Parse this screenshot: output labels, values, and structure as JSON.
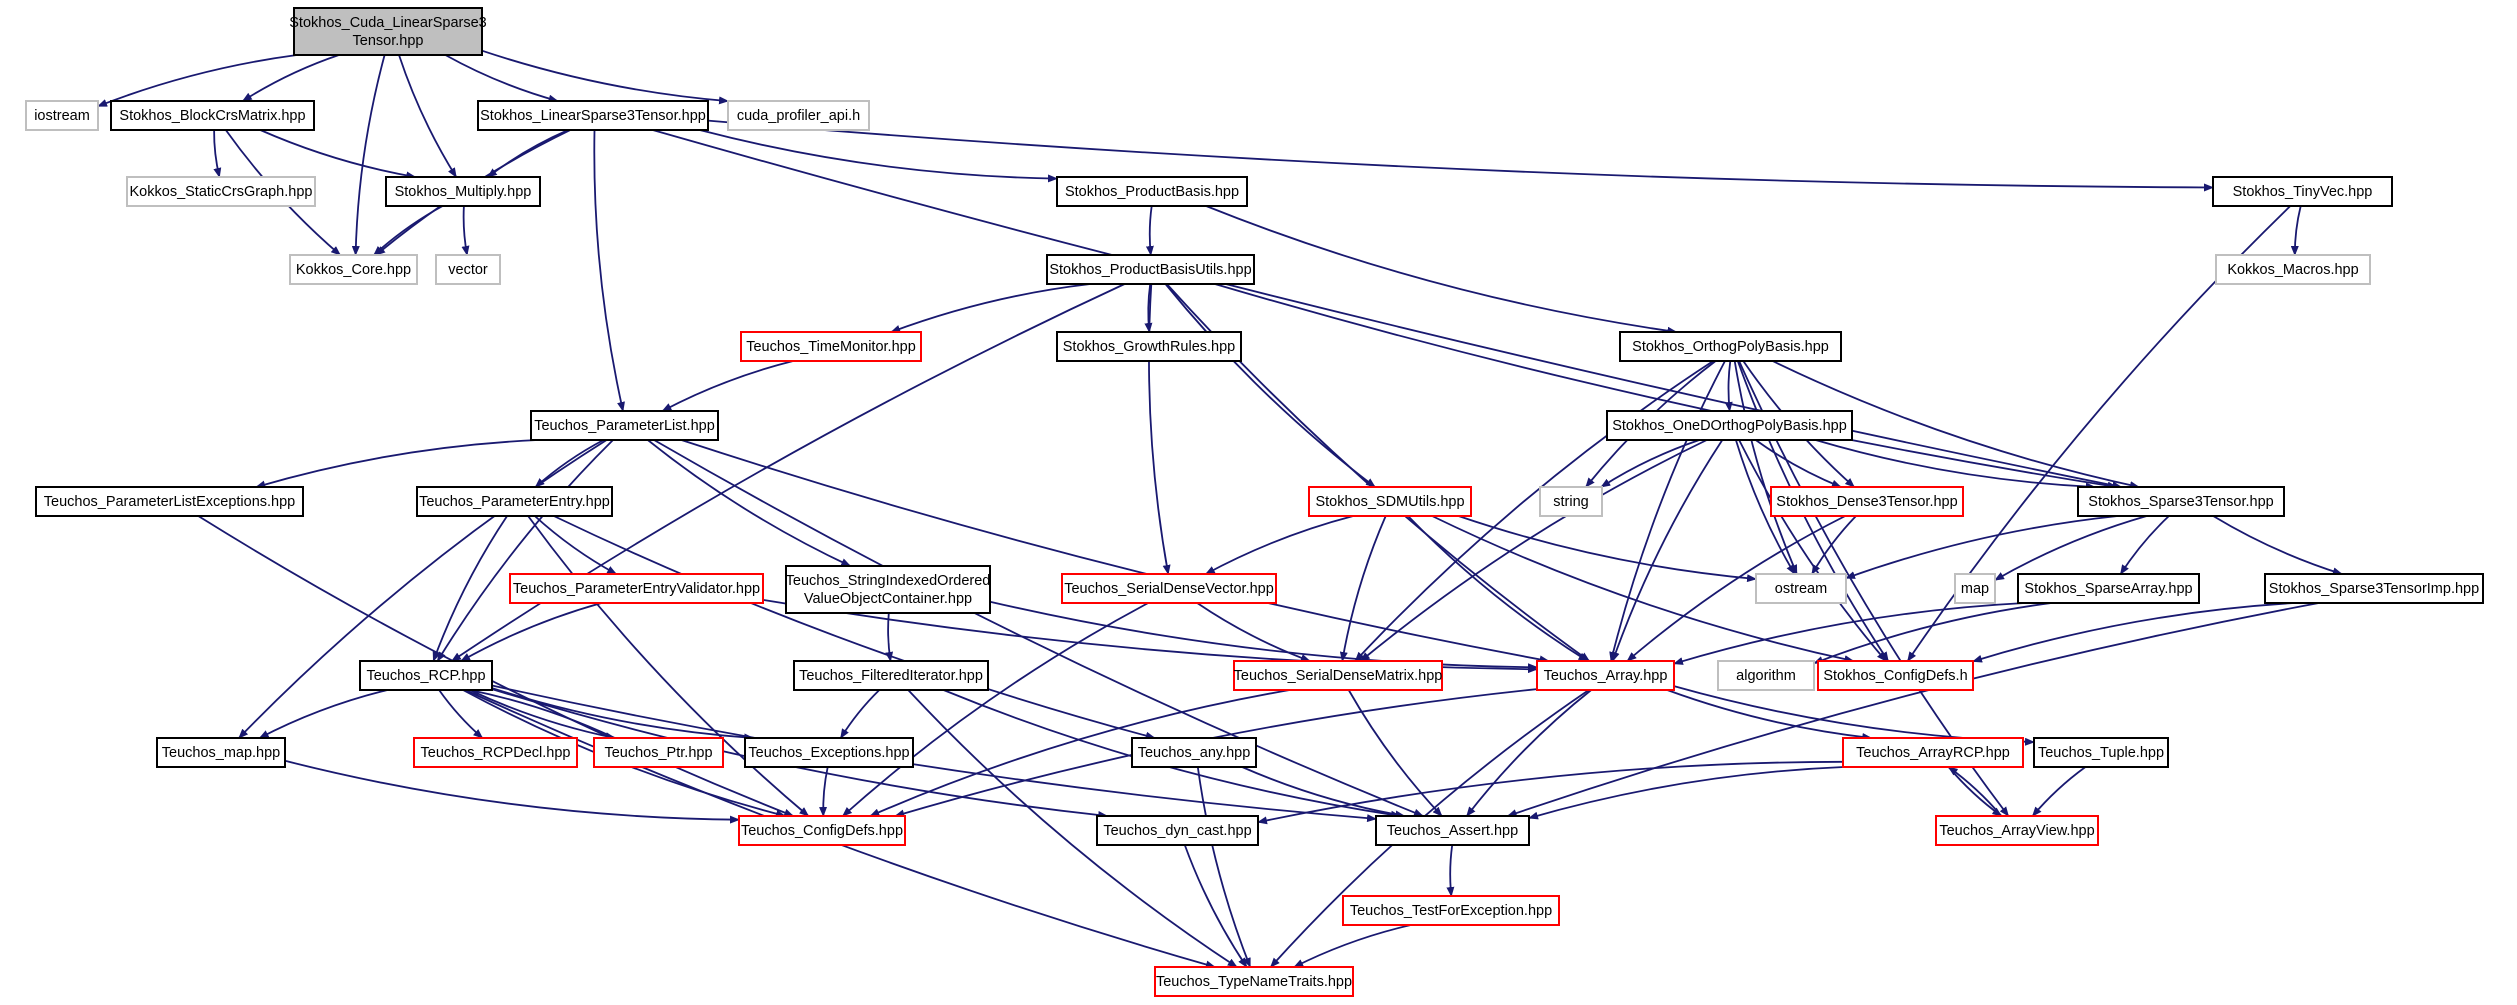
{
  "colors": {
    "edge": "#191970",
    "border_default": "#000000",
    "border_missing": "#bfbfbf",
    "border_truncated": "#ff0000",
    "fill_root": "#bfbfbf",
    "fill_default": "#ffffff"
  },
  "nodes": [
    {
      "id": "root",
      "lines": [
        "Stokhos_Cuda_LinearSparse3",
        "Tensor.hpp"
      ],
      "style": "root"
    },
    {
      "id": "iostream",
      "lines": [
        "iostream"
      ],
      "style": "missing"
    },
    {
      "id": "blockcrs",
      "lines": [
        "Stokhos_BlockCrsMatrix.hpp"
      ],
      "style": "default"
    },
    {
      "id": "linsparse",
      "lines": [
        "Stokhos_LinearSparse3Tensor.hpp"
      ],
      "style": "default"
    },
    {
      "id": "cudaprof",
      "lines": [
        "cuda_profiler_api.h"
      ],
      "style": "missing"
    },
    {
      "id": "kstaticcrs",
      "lines": [
        "Kokkos_StaticCrsGraph.hpp"
      ],
      "style": "missing"
    },
    {
      "id": "multiply",
      "lines": [
        "Stokhos_Multiply.hpp"
      ],
      "style": "default"
    },
    {
      "id": "kcore",
      "lines": [
        "Kokkos_Core.hpp"
      ],
      "style": "missing"
    },
    {
      "id": "vector",
      "lines": [
        "vector"
      ],
      "style": "missing"
    },
    {
      "id": "prodbasis",
      "lines": [
        "Stokhos_ProductBasis.hpp"
      ],
      "style": "default"
    },
    {
      "id": "tinyvec",
      "lines": [
        "Stokhos_TinyVec.hpp"
      ],
      "style": "default"
    },
    {
      "id": "kmacros",
      "lines": [
        "Kokkos_Macros.hpp"
      ],
      "style": "missing"
    },
    {
      "id": "prodbasisutils",
      "lines": [
        "Stokhos_ProductBasisUtils.hpp"
      ],
      "style": "default"
    },
    {
      "id": "timemonitor",
      "lines": [
        "Teuchos_TimeMonitor.hpp"
      ],
      "style": "truncated"
    },
    {
      "id": "growthrules",
      "lines": [
        "Stokhos_GrowthRules.hpp"
      ],
      "style": "default"
    },
    {
      "id": "orthogpoly",
      "lines": [
        "Stokhos_OrthogPolyBasis.hpp"
      ],
      "style": "default"
    },
    {
      "id": "paramlist",
      "lines": [
        "Teuchos_ParameterList.hpp"
      ],
      "style": "default"
    },
    {
      "id": "onedorthog",
      "lines": [
        "Stokhos_OneDOrthogPolyBasis.hpp"
      ],
      "style": "default"
    },
    {
      "id": "plexceptions",
      "lines": [
        "Teuchos_ParameterListExceptions.hpp"
      ],
      "style": "default"
    },
    {
      "id": "paramentry",
      "lines": [
        "Teuchos_ParameterEntry.hpp"
      ],
      "style": "default"
    },
    {
      "id": "sdmutils",
      "lines": [
        "Stokhos_SDMUtils.hpp"
      ],
      "style": "truncated"
    },
    {
      "id": "string",
      "lines": [
        "string"
      ],
      "style": "missing"
    },
    {
      "id": "dense3",
      "lines": [
        "Stokhos_Dense3Tensor.hpp"
      ],
      "style": "truncated"
    },
    {
      "id": "sparse3",
      "lines": [
        "Stokhos_Sparse3Tensor.hpp"
      ],
      "style": "default"
    },
    {
      "id": "pevalidator",
      "lines": [
        "Teuchos_ParameterEntryValidator.hpp"
      ],
      "style": "truncated"
    },
    {
      "id": "stringindexed",
      "lines": [
        "Teuchos_StringIndexedOrdered",
        "ValueObjectContainer.hpp"
      ],
      "style": "default"
    },
    {
      "id": "serialdensevector",
      "lines": [
        "Teuchos_SerialDenseVector.hpp"
      ],
      "style": "truncated"
    },
    {
      "id": "ostream",
      "lines": [
        "ostream"
      ],
      "style": "missing"
    },
    {
      "id": "map",
      "lines": [
        "map"
      ],
      "style": "missing"
    },
    {
      "id": "sparsearray",
      "lines": [
        "Stokhos_SparseArray.hpp"
      ],
      "style": "default"
    },
    {
      "id": "sparse3imp",
      "lines": [
        "Stokhos_Sparse3TensorImp.hpp"
      ],
      "style": "default"
    },
    {
      "id": "rcp",
      "lines": [
        "Teuchos_RCP.hpp"
      ],
      "style": "default"
    },
    {
      "id": "filtered",
      "lines": [
        "Teuchos_FilteredIterator.hpp"
      ],
      "style": "default"
    },
    {
      "id": "serialdensematrix",
      "lines": [
        "Teuchos_SerialDenseMatrix.hpp"
      ],
      "style": "truncated"
    },
    {
      "id": "array",
      "lines": [
        "Teuchos_Array.hpp"
      ],
      "style": "truncated"
    },
    {
      "id": "algorithm",
      "lines": [
        "algorithm"
      ],
      "style": "missing"
    },
    {
      "id": "configdefs",
      "lines": [
        "Stokhos_ConfigDefs.h"
      ],
      "style": "truncated"
    },
    {
      "id": "tmap",
      "lines": [
        "Teuchos_map.hpp"
      ],
      "style": "default"
    },
    {
      "id": "rcpdecl",
      "lines": [
        "Teuchos_RCPDecl.hpp"
      ],
      "style": "truncated"
    },
    {
      "id": "ptr",
      "lines": [
        "Teuchos_Ptr.hpp"
      ],
      "style": "truncated"
    },
    {
      "id": "exceptions",
      "lines": [
        "Teuchos_Exceptions.hpp"
      ],
      "style": "default"
    },
    {
      "id": "any",
      "lines": [
        "Teuchos_any.hpp"
      ],
      "style": "default"
    },
    {
      "id": "arrayrcp",
      "lines": [
        "Teuchos_ArrayRCP.hpp"
      ],
      "style": "truncated"
    },
    {
      "id": "tuple",
      "lines": [
        "Teuchos_Tuple.hpp"
      ],
      "style": "default"
    },
    {
      "id": "tconfigdefs",
      "lines": [
        "Teuchos_ConfigDefs.hpp"
      ],
      "style": "truncated"
    },
    {
      "id": "dyncast",
      "lines": [
        "Teuchos_dyn_cast.hpp"
      ],
      "style": "default"
    },
    {
      "id": "assert",
      "lines": [
        "Teuchos_Assert.hpp"
      ],
      "style": "default"
    },
    {
      "id": "arrayview",
      "lines": [
        "Teuchos_ArrayView.hpp"
      ],
      "style": "truncated"
    },
    {
      "id": "testfor",
      "lines": [
        "Teuchos_TestForException.hpp"
      ],
      "style": "truncated"
    },
    {
      "id": "typenametraits",
      "lines": [
        "Teuchos_TypeNameTraits.hpp"
      ],
      "style": "truncated"
    }
  ],
  "edges": [
    [
      "root",
      "iostream"
    ],
    [
      "root",
      "blockcrs"
    ],
    [
      "root",
      "kcore"
    ],
    [
      "root",
      "multiply"
    ],
    [
      "root",
      "linsparse"
    ],
    [
      "root",
      "cudaprof"
    ],
    [
      "blockcrs",
      "kstaticcrs"
    ],
    [
      "blockcrs",
      "multiply"
    ],
    [
      "blockcrs",
      "kcore"
    ],
    [
      "linsparse",
      "kcore"
    ],
    [
      "linsparse",
      "multiply"
    ],
    [
      "linsparse",
      "paramlist"
    ],
    [
      "linsparse",
      "prodbasis"
    ],
    [
      "linsparse",
      "tinyvec"
    ],
    [
      "linsparse",
      "sparse3"
    ],
    [
      "multiply",
      "kcore"
    ],
    [
      "multiply",
      "vector"
    ],
    [
      "prodbasis",
      "prodbasisutils"
    ],
    [
      "prodbasis",
      "orthogpoly"
    ],
    [
      "tinyvec",
      "kmacros"
    ],
    [
      "tinyvec",
      "configdefs"
    ],
    [
      "prodbasisutils",
      "timemonitor"
    ],
    [
      "prodbasisutils",
      "growthrules"
    ],
    [
      "prodbasisutils",
      "sdmutils"
    ],
    [
      "prodbasisutils",
      "serialdensevector"
    ],
    [
      "prodbasisutils",
      "array"
    ],
    [
      "prodbasisutils",
      "rcp"
    ],
    [
      "prodbasisutils",
      "sparse3"
    ],
    [
      "timemonitor",
      "paramlist"
    ],
    [
      "orthogpoly",
      "onedorthog"
    ],
    [
      "orthogpoly",
      "string"
    ],
    [
      "orthogpoly",
      "dense3"
    ],
    [
      "orthogpoly",
      "sparse3"
    ],
    [
      "orthogpoly",
      "array"
    ],
    [
      "orthogpoly",
      "serialdensematrix"
    ],
    [
      "orthogpoly",
      "ostream"
    ],
    [
      "orthogpoly",
      "configdefs"
    ],
    [
      "orthogpoly",
      "arrayview"
    ],
    [
      "onedorthog",
      "string"
    ],
    [
      "onedorthog",
      "dense3"
    ],
    [
      "onedorthog",
      "sparse3"
    ],
    [
      "onedorthog",
      "ostream"
    ],
    [
      "onedorthog",
      "array"
    ],
    [
      "onedorthog",
      "serialdensematrix"
    ],
    [
      "onedorthog",
      "configdefs"
    ],
    [
      "paramlist",
      "plexceptions"
    ],
    [
      "paramlist",
      "paramentry"
    ],
    [
      "paramlist",
      "stringindexed"
    ],
    [
      "paramlist",
      "rcp"
    ],
    [
      "paramlist",
      "tmap"
    ],
    [
      "paramlist",
      "array"
    ],
    [
      "paramlist",
      "assert"
    ],
    [
      "plexceptions",
      "tconfigdefs"
    ],
    [
      "paramentry",
      "pevalidator"
    ],
    [
      "paramentry",
      "rcp"
    ],
    [
      "paramentry",
      "any"
    ],
    [
      "paramentry",
      "tconfigdefs"
    ],
    [
      "sdmutils",
      "serialdensevector"
    ],
    [
      "sdmutils",
      "serialdensematrix"
    ],
    [
      "sdmutils",
      "array"
    ],
    [
      "sdmutils",
      "ostream"
    ],
    [
      "sdmutils",
      "configdefs"
    ],
    [
      "dense3",
      "ostream"
    ],
    [
      "dense3",
      "array"
    ],
    [
      "sparse3",
      "ostream"
    ],
    [
      "sparse3",
      "map"
    ],
    [
      "sparse3",
      "sparsearray"
    ],
    [
      "sparse3",
      "sparse3imp"
    ],
    [
      "pevalidator",
      "rcp"
    ],
    [
      "pevalidator",
      "array"
    ],
    [
      "stringindexed",
      "filtered"
    ],
    [
      "stringindexed",
      "array"
    ],
    [
      "serialdensevector",
      "serialdensematrix"
    ],
    [
      "serialdensevector",
      "tconfigdefs"
    ],
    [
      "sparsearray",
      "array"
    ],
    [
      "sparsearray",
      "algorithm"
    ],
    [
      "sparse3imp",
      "configdefs"
    ],
    [
      "sparse3imp",
      "assert"
    ],
    [
      "rcp",
      "tmap"
    ],
    [
      "rcp",
      "rcpdecl"
    ],
    [
      "rcp",
      "ptr"
    ],
    [
      "rcp",
      "exceptions"
    ],
    [
      "rcp",
      "dyncast"
    ],
    [
      "rcp",
      "assert"
    ],
    [
      "rcp",
      "typenametraits"
    ],
    [
      "rcp",
      "tconfigdefs"
    ],
    [
      "ptr",
      "rcp"
    ],
    [
      "filtered",
      "exceptions"
    ],
    [
      "filtered",
      "assert"
    ],
    [
      "filtered",
      "typenametraits"
    ],
    [
      "serialdensematrix",
      "tconfigdefs"
    ],
    [
      "serialdensematrix",
      "assert"
    ],
    [
      "array",
      "arrayrcp"
    ],
    [
      "array",
      "tuple"
    ],
    [
      "array",
      "assert"
    ],
    [
      "array",
      "typenametraits"
    ],
    [
      "array",
      "tconfigdefs"
    ],
    [
      "tmap",
      "tconfigdefs"
    ],
    [
      "exceptions",
      "tconfigdefs"
    ],
    [
      "any",
      "assert"
    ],
    [
      "any",
      "typenametraits"
    ],
    [
      "arrayrcp",
      "arrayview"
    ],
    [
      "arrayrcp",
      "assert"
    ],
    [
      "arrayrcp",
      "dyncast"
    ],
    [
      "arrayview",
      "arrayrcp"
    ],
    [
      "tuple",
      "arrayview"
    ],
    [
      "dyncast",
      "typenametraits"
    ],
    [
      "assert",
      "testfor"
    ],
    [
      "testfor",
      "typenametraits"
    ]
  ]
}
